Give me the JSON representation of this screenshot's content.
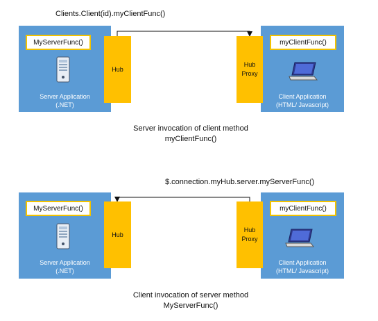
{
  "diagrams": [
    {
      "call_text": "Clients.Client(id).myClientFunc()",
      "server_func": "MyServerFunc()",
      "client_func": "myClientFunc()",
      "hub_label": "Hub",
      "hub_proxy_label_1": "Hub",
      "hub_proxy_label_2": "Proxy",
      "server_app_label_1": "Server Application",
      "server_app_label_2": "(.NET)",
      "client_app_label_1": "Client Application",
      "client_app_label_2": "(HTML/ Javascript)",
      "caption_1": "Server invocation of client method",
      "caption_2": "myClientFunc()",
      "direction": "server-to-client"
    },
    {
      "call_text": "$.connection.myHub.server.myServerFunc()",
      "server_func": "MyServerFunc()",
      "client_func": "myClientFunc()",
      "hub_label": "Hub",
      "hub_proxy_label_1": "Hub",
      "hub_proxy_label_2": "Proxy",
      "server_app_label_1": "Server Application",
      "server_app_label_2": "(.NET)",
      "client_app_label_1": "Client Application",
      "client_app_label_2": "(HTML/ Javascript)",
      "caption_1": "Client invocation of server method",
      "caption_2": "MyServerFunc()",
      "direction": "client-to-server"
    }
  ],
  "colors": {
    "panel": "#5b9bd5",
    "hub": "#ffc000",
    "func_border": "#f2c200"
  },
  "icons": [
    "server-icon",
    "laptop-icon"
  ]
}
